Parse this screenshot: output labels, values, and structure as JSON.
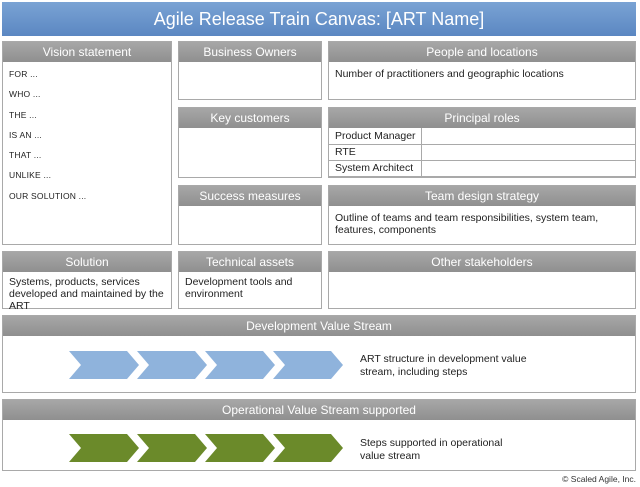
{
  "title": "Agile Release Train Canvas: [ART Name]",
  "vision": {
    "header": "Vision statement",
    "lines": [
      "FOR ...",
      "WHO ...",
      "THE ...",
      "IS AN ...",
      "THAT ...",
      "UNLIKE ...",
      "OUR SOLUTION ..."
    ]
  },
  "business_owners": {
    "header": "Business Owners"
  },
  "key_customers": {
    "header": "Key customers"
  },
  "success_measures": {
    "header": "Success measures"
  },
  "technical_assets": {
    "header": "Technical assets",
    "text": "Development tools and environment"
  },
  "solution": {
    "header": "Solution",
    "text": "Systems, products, services developed and maintained by the ART"
  },
  "people": {
    "header": "People and locations",
    "text": "Number of practitioners and geographic locations"
  },
  "principal_roles": {
    "header": "Principal roles",
    "rows": [
      "Product Manager",
      "RTE",
      "System Architect"
    ]
  },
  "team_design": {
    "header": "Team design strategy",
    "text": "Outline of teams and team responsibilities, system team, features, components"
  },
  "other_stakeholders": {
    "header": "Other stakeholders"
  },
  "dev_value_stream": {
    "header": "Development Value Stream",
    "text": "ART structure in development value stream, including steps",
    "color": "#8fb3dc"
  },
  "op_value_stream": {
    "header": "Operational Value Stream supported",
    "text": "Steps supported in operational value stream",
    "color": "#6b8a2a"
  },
  "footer": "© Scaled Agile, Inc."
}
